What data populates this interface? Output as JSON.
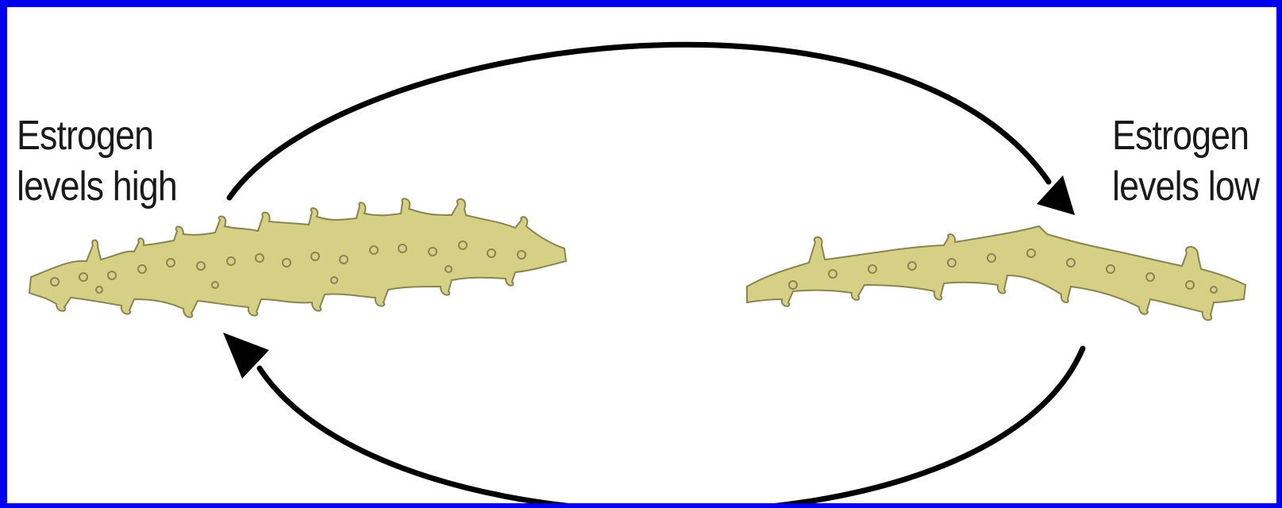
{
  "labels": {
    "left": {
      "line1": "Estrogen",
      "line2": "levels high"
    },
    "right": {
      "line1": "Estrogen",
      "line2": "levels low"
    }
  },
  "colors": {
    "border": "#0000ee",
    "dendrite_fill": "#d6cf86",
    "dendrite_stroke": "#8a8450",
    "arrow": "#000000"
  }
}
